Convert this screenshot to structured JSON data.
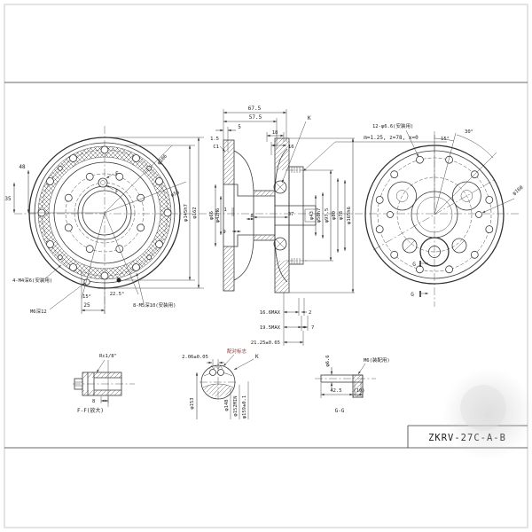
{
  "colors": {
    "line": "#383838",
    "mark_red": "#8f3535",
    "frame": "#c8c8c8",
    "background": "#ffffff"
  },
  "title_block": {
    "part_number": "ZKRV-27C-A-B"
  },
  "front_view": {
    "dia_outer": "φ162",
    "dia_spigot": "φ145h7",
    "dia_bc1": "φ106",
    "dia_bc2": "φ56",
    "dim_48": "48",
    "dim_35": "35",
    "dim_25": "25",
    "angle_15": "15°",
    "angle_225": "22.5°",
    "note_m4": "4-M4深6(安装用)",
    "note_m6": "M6深12",
    "note_m5": "8-M5深10(安装用)",
    "section_f": "F"
  },
  "section_view": {
    "dim_675": "67.5",
    "dim_575": "57.5",
    "dim_5": "5",
    "dim_15": "1.5",
    "chamfer": "C1",
    "dim_18": "18",
    "dim_16": "16",
    "detail_k_ref": "K",
    "gear_spec": "m=1.25, z=78, x=0",
    "dia_66": "φ66",
    "dia_42": "φ42H6",
    "dim_1": "1",
    "dim_9": "9",
    "dim_8": "8",
    "dim_37": "37",
    "dia_43": "φ43",
    "dia_50": "φ50h7",
    "dia_975": "φ97.5",
    "dia_80": "φ80",
    "dia_78": "φ78",
    "dia_165": "φ165h6",
    "dim_166max": "16.6MAX",
    "dim_195max": "19.5MAX",
    "dim_2125": "21.25±0.65",
    "dim_2": "2",
    "dim_7": "7"
  },
  "rear_view": {
    "note_holes": "12-φ6.6(安装用)",
    "angle_15": "15°",
    "angle_30": "30°",
    "dia_160": "φ160",
    "section_g": "G"
  },
  "detail_ff": {
    "caption": "F-F(放大)",
    "note_rc": "Rc1/8\"",
    "dim_8": "8"
  },
  "detail_k": {
    "dim_roller": "2.06±0.05",
    "mark": "配对标志",
    "ref": "K",
    "dia_153": "φ153",
    "dia_148": "φ148",
    "dia_152": "φ152MIN",
    "dia_159": "φ159±0.1"
  },
  "detail_gg": {
    "caption": "G-G",
    "dia_hole": "φ6.6",
    "note_m6": "M6(装配用)",
    "dim_425": "42.5",
    "dim_10": "(10)"
  }
}
